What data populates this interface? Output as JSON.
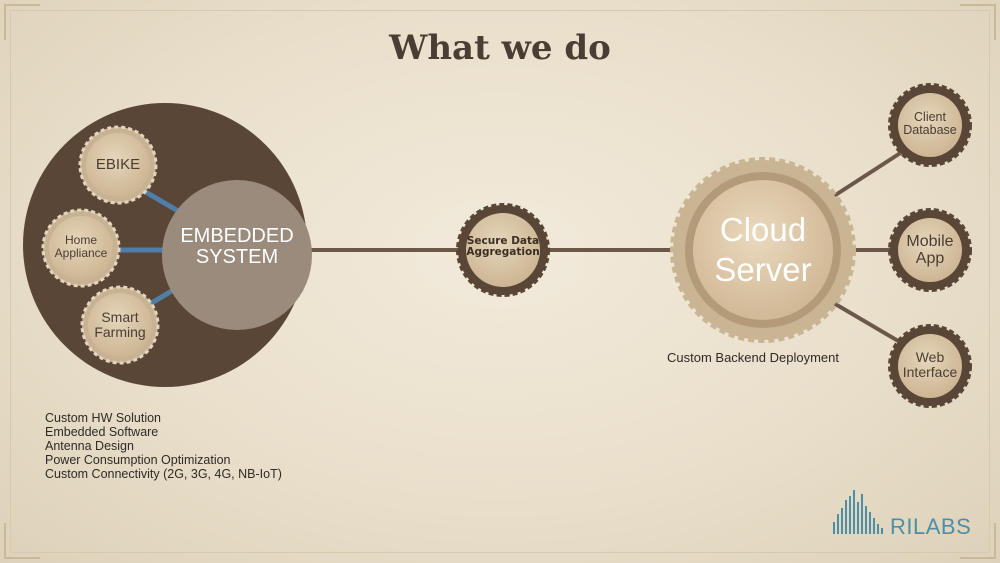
{
  "title": "What we do",
  "embedded": {
    "center_line1": "EMBEDDED",
    "center_line2": "SYSTEM",
    "satellites": {
      "ebike": "EBIKE",
      "home_line1": "Home",
      "home_line2": "Appliance",
      "farming_line1": "Smart",
      "farming_line2": "Farming"
    }
  },
  "aggregation": {
    "line1": "Secure Data",
    "line2": "Aggregation"
  },
  "cloud": {
    "line1": "Cloud",
    "line2": "Server",
    "caption": "Custom Backend Deployment"
  },
  "outputs": {
    "client_line1": "Client",
    "client_line2": "Database",
    "mobile_line1": "Mobile",
    "mobile_line2": "App",
    "web_line1": "Web",
    "web_line2": "Interface"
  },
  "features": [
    "Custom HW Solution",
    "Embedded Software",
    "Antenna Design",
    "Power Consumption Optimization",
    "Custom Connectivity (2G, 3G, 4G, NB-IoT)"
  ],
  "logo": {
    "text": "RILABS"
  },
  "colors": {
    "dark_brown": "#5a4636",
    "tan": "#d8c6a8",
    "mid_taupe": "#9b8b7c",
    "connector_blue": "#4f7fa8",
    "connector_brown": "#6b5848",
    "logo_blue": "#4f8fa6"
  }
}
